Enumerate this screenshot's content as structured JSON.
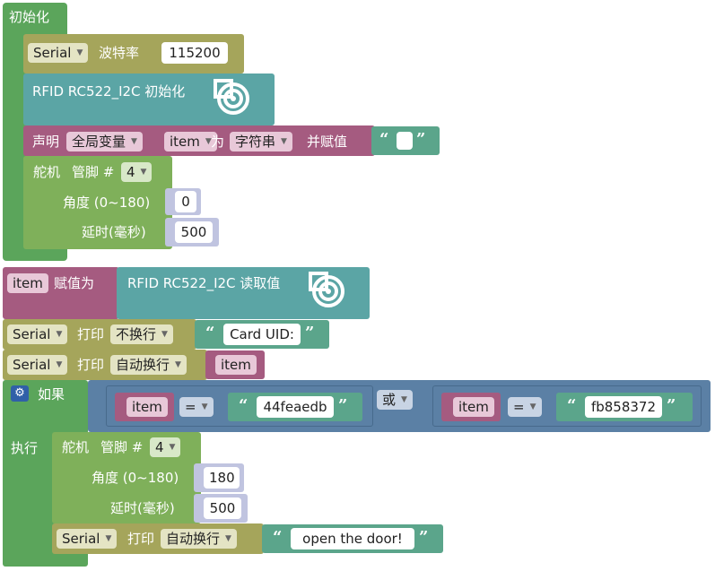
{
  "init": {
    "label": "初始化"
  },
  "serial_begin": {
    "port": "Serial",
    "baud_label": "波特率",
    "baud": "115200"
  },
  "rfid_init": {
    "label": "RFID RC522_I2C 初始化"
  },
  "declare": {
    "label": "声明",
    "scope": "全局变量",
    "var": "item",
    "as_label": "为",
    "type": "字符串",
    "assign_label": "并赋值",
    "value": ""
  },
  "servo1": {
    "label": "舵机",
    "pin_label": "管脚 #",
    "pin": "4",
    "angle_label": "角度 (0~180)",
    "angle": "0",
    "delay_label": "延时(毫秒)",
    "delay": "500"
  },
  "assign": {
    "var": "item",
    "label": "赋值为",
    "rfid_read": "RFID RC522_I2C 读取值"
  },
  "print1": {
    "port": "Serial",
    "label": "打印",
    "mode": "不换行",
    "text": "Card UID:"
  },
  "print2": {
    "port": "Serial",
    "label": "打印",
    "mode": "自动换行",
    "var": "item"
  },
  "if_block": {
    "if_label": "如果",
    "do_label": "执行",
    "cond1": {
      "var": "item",
      "op": "=",
      "value": "44feaedb"
    },
    "logic": "或",
    "cond2": {
      "var": "item",
      "op": "=",
      "value": "fb858372"
    }
  },
  "servo2": {
    "label": "舵机",
    "pin_label": "管脚 #",
    "pin": "4",
    "angle_label": "角度 (0~180)",
    "angle": "180",
    "delay_label": "延时(毫秒)",
    "delay": "500"
  },
  "print3": {
    "port": "Serial",
    "label": "打印",
    "mode": "自动换行",
    "text": "open the door!"
  },
  "colors": {
    "green": "#5ba55b",
    "olive": "#a5a55b",
    "teal": "#5ba5a5",
    "magenta": "#a55b80",
    "blue": "#5b80a5",
    "purple_field": "#c0c4e0"
  }
}
